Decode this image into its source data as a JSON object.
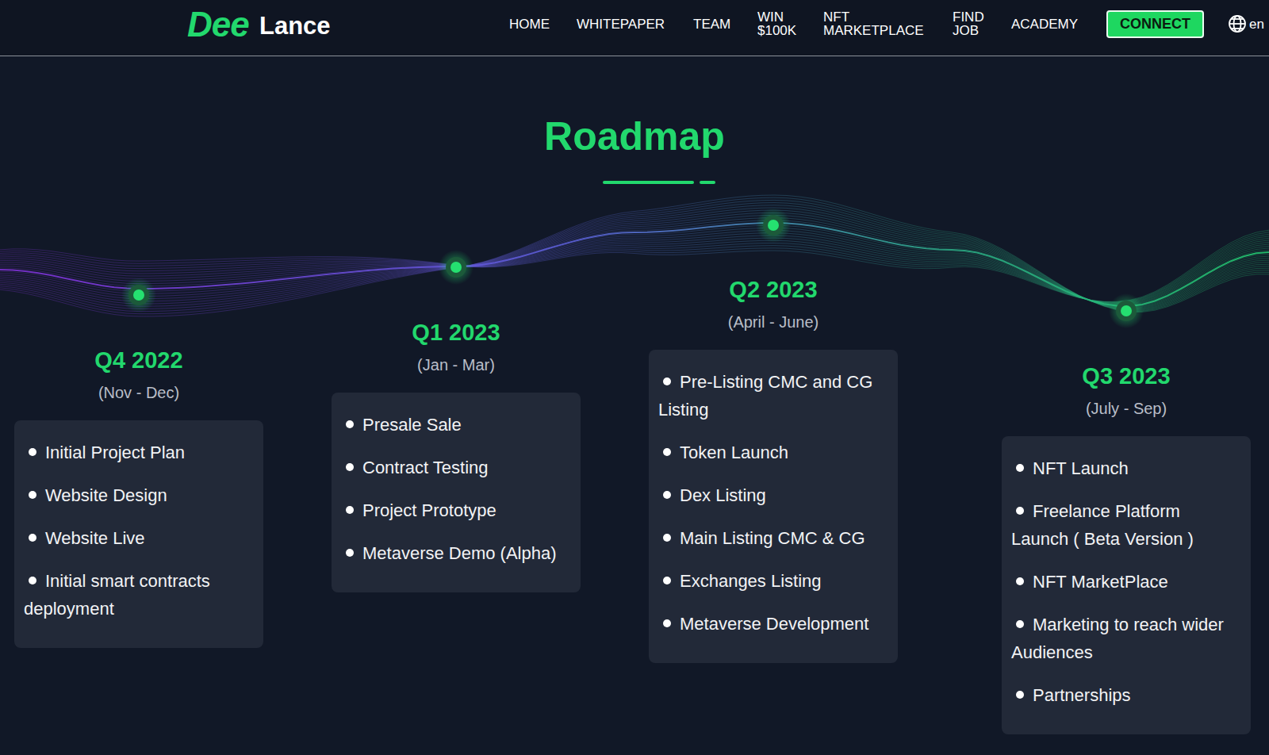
{
  "diagram": {
    "title": "Roadmap",
    "nodes": [
      {
        "text": [
          "CONNECT"
        ]
      },
      {
        "text": [
          "Q4 2022",
          "(Nov - Dec)",
          "Initial Project Plan",
          "Website Design",
          "Website Live",
          "Initial smart contracts deployment"
        ]
      },
      {
        "text": [
          "Q1 2023",
          "(Jan - Mar)",
          "Presale Sale",
          "Contract Testing",
          "Project Prototype",
          "Metaverse Demo (Alpha)"
        ]
      },
      {
        "text": [
          "Q2 2023",
          "(April - June)",
          "Pre-Listing CMC and CG Listing",
          "Token Launch",
          "Dex Listing",
          "Main Listing CMC & CG",
          "Exchanges Listing",
          "Metaverse Development"
        ]
      },
      {
        "text": [
          "Q3 2023",
          "(July - Sep)",
          "NFT Launch",
          "Freelance Platform Launch ( Beta Version )",
          "NFT MarketPlace",
          "Marketing to reach wider Audiences",
          "Partnerships"
        ]
      }
    ],
    "labels": [
      "Dee",
      "Lance",
      "HOME",
      "WHITEPAPER",
      "TEAM",
      "WIN $100K",
      "NFT MARKETPLACE",
      "FIND JOB",
      "ACADEMY",
      "en"
    ]
  }
}
